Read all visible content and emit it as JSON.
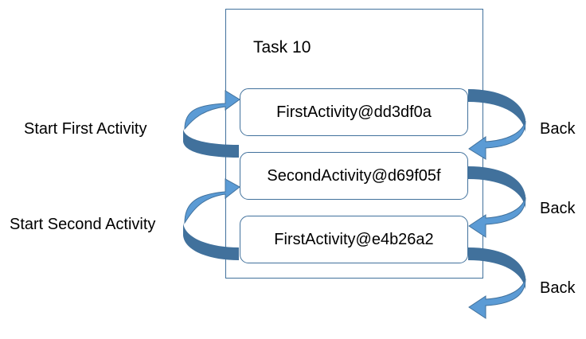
{
  "task": {
    "label": "Task 10"
  },
  "activities": [
    {
      "label": "FirstActivity@dd3df0a"
    },
    {
      "label": "SecondActivity@d69f05f"
    },
    {
      "label": "FirstActivity@e4b26a2"
    }
  ],
  "start_labels": [
    "Start First Activity",
    "Start Second Activity"
  ],
  "back_labels": [
    "Back",
    "Back",
    "Back"
  ],
  "colors": {
    "box_border": "#41719c",
    "arrow_light": "#5b9bd5",
    "arrow_dark": "#41719c",
    "arrow_shadow": "#2e5c87"
  }
}
